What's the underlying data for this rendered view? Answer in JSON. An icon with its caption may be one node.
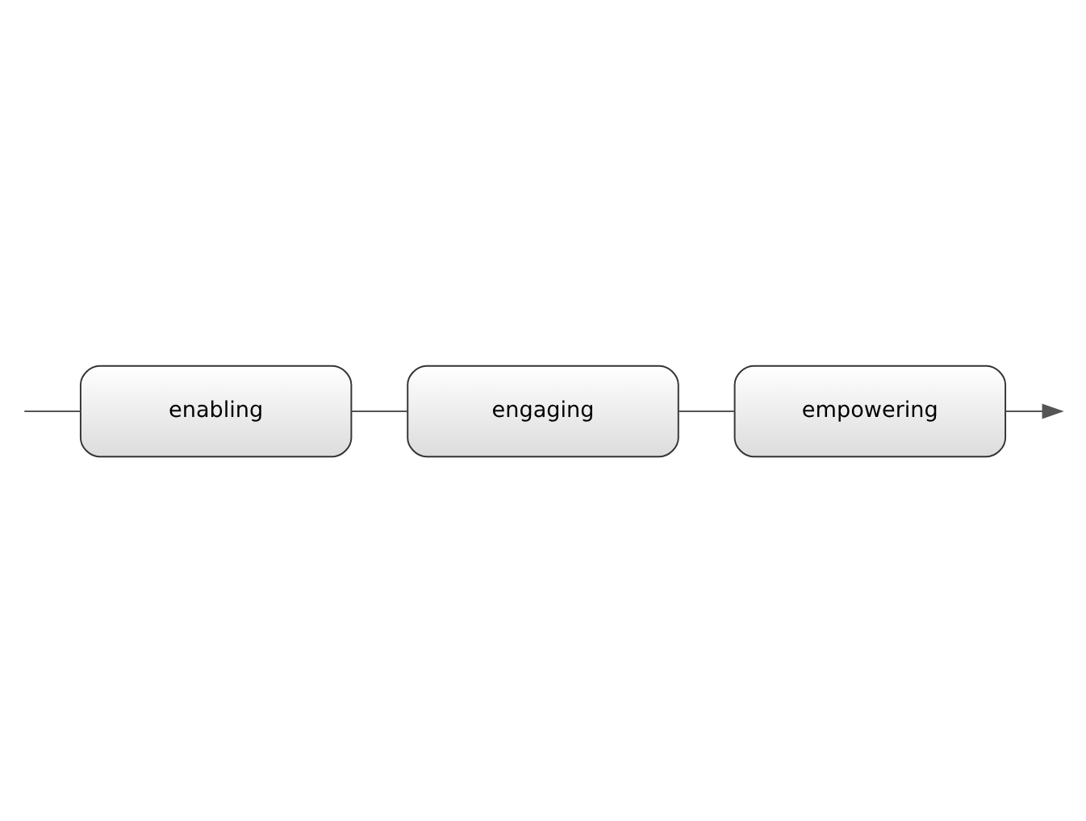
{
  "diagram": {
    "nodes": [
      {
        "text": [
          "enabling"
        ]
      },
      {
        "text": [
          "engaging"
        ]
      },
      {
        "text": [
          "empowering"
        ]
      }
    ],
    "edges": [
      {
        "from": null,
        "to": 0,
        "arrow": "none"
      },
      {
        "from": 0,
        "to": 1,
        "arrow": "none"
      },
      {
        "from": 1,
        "to": 2,
        "arrow": "none"
      },
      {
        "from": 2,
        "to": null,
        "arrow": "to"
      }
    ]
  }
}
